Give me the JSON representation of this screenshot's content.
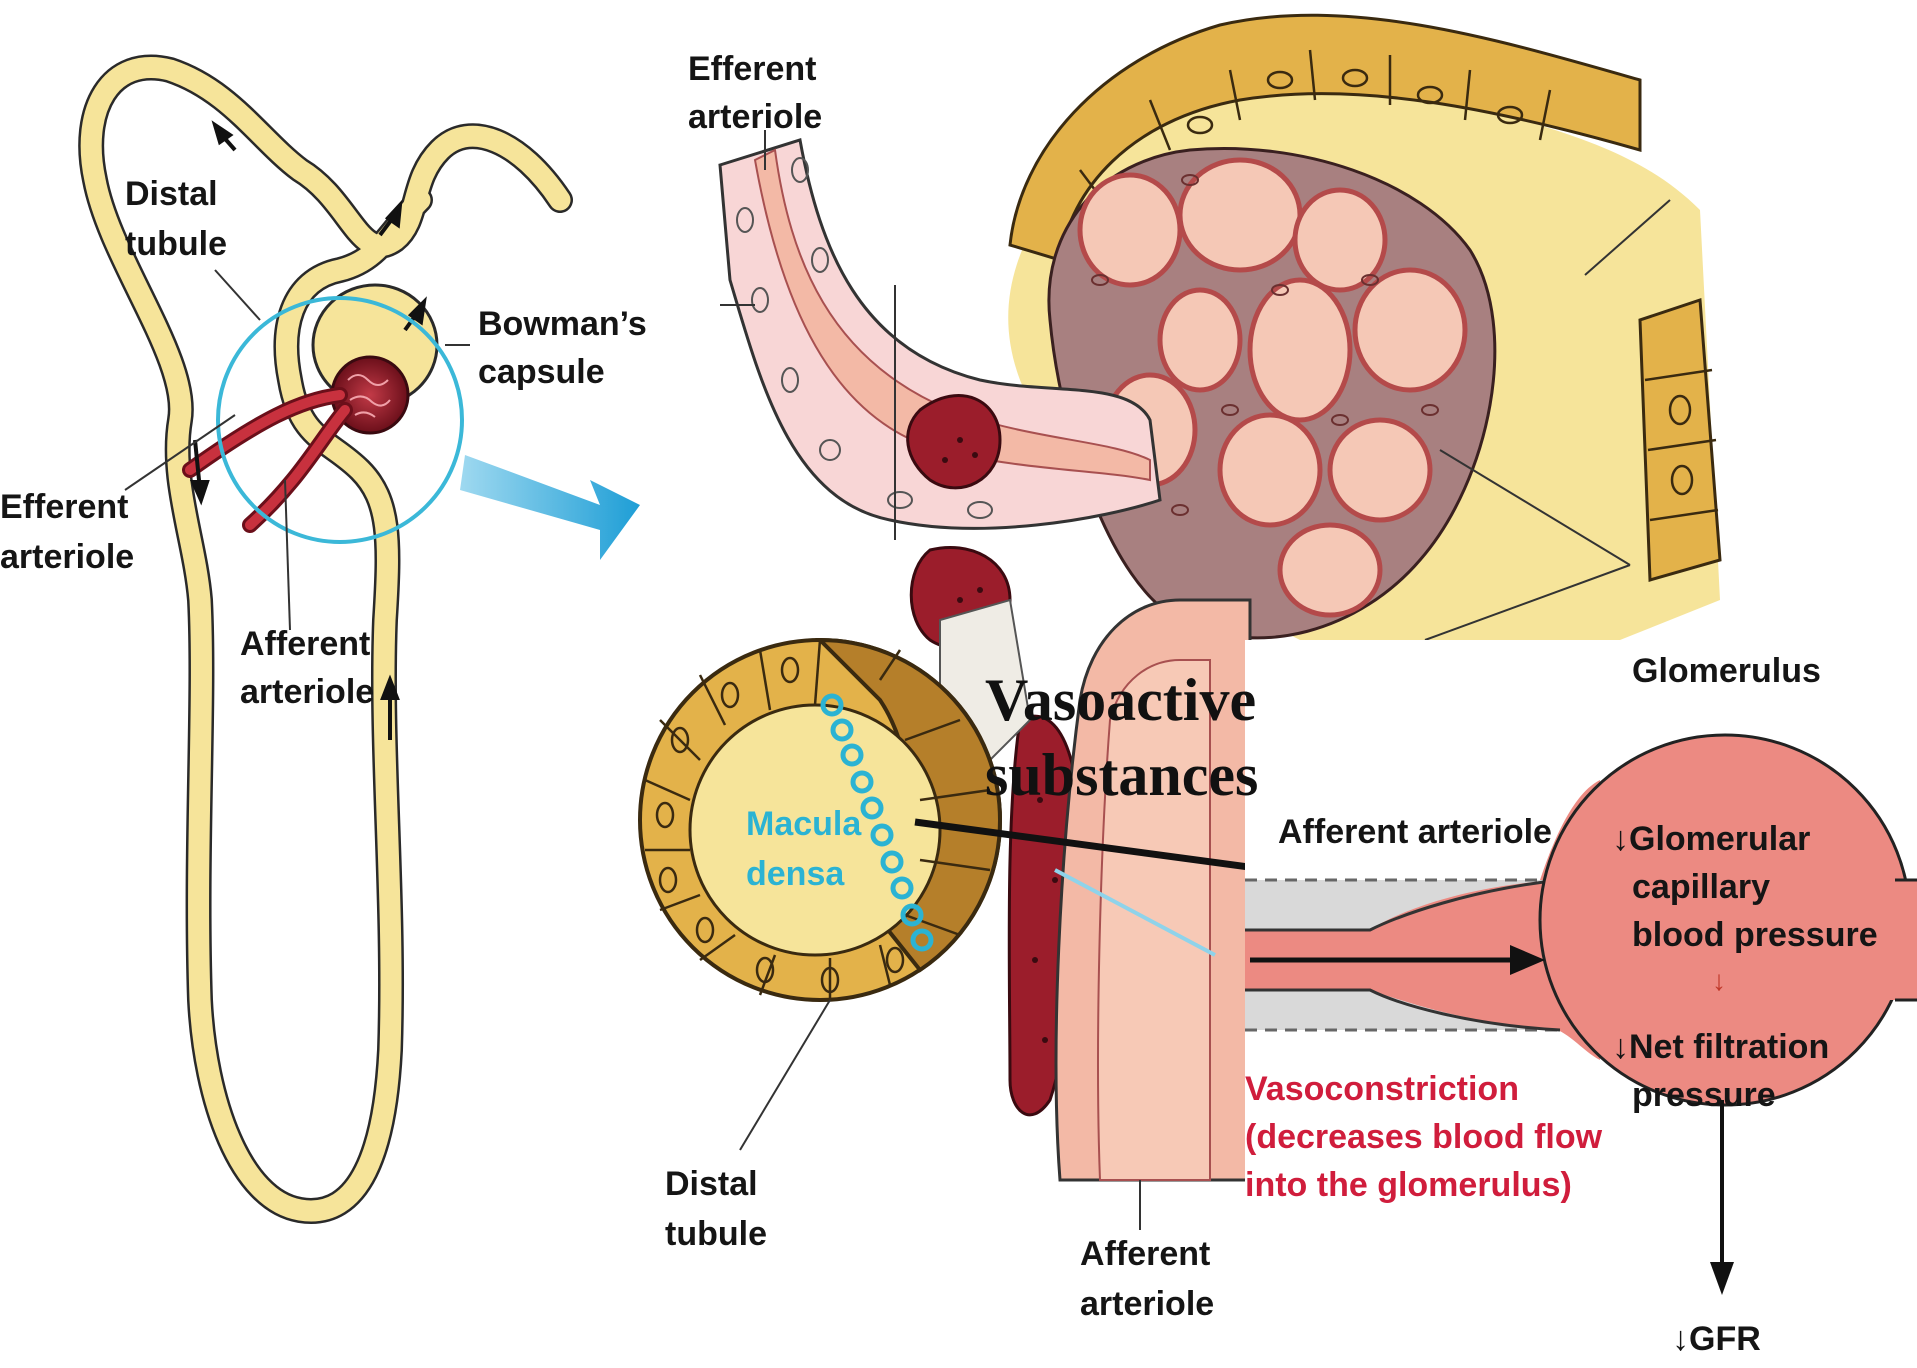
{
  "left_panel": {
    "distal_tubule": [
      "Distal",
      "tubule"
    ],
    "bowmans_capsule": [
      "Bowman’s",
      "capsule"
    ],
    "efferent_arteriole": [
      "Efferent",
      "arteriole"
    ],
    "afferent_arteriole": [
      "Afferent",
      "arteriole"
    ]
  },
  "middle_panel": {
    "efferent_arteriole": [
      "Efferent",
      "arteriole"
    ],
    "vasoactive_substances": [
      "Vasoactive",
      "substances"
    ],
    "macula_densa": [
      "Macula",
      "densa"
    ],
    "distal_tubule": [
      "Distal",
      "tubule"
    ],
    "afferent_arteriole": [
      "Afferent",
      "arteriole"
    ]
  },
  "right_panel": {
    "glomerulus": "Glomerulus",
    "afferent_arteriole": "Afferent arteriole",
    "glomerular_capillary_bp": [
      "Glomerular",
      "capillary",
      "blood pressure"
    ],
    "net_filtration_pressure": [
      "Net filtration",
      "pressure"
    ],
    "gfr": "GFR",
    "down_arrow_glyph": "↓",
    "vasoconstriction": [
      "Vasoconstriction",
      "(decreases blood flow",
      "into the glomerulus)"
    ]
  },
  "colors": {
    "tubule_fill": "#f6e49a",
    "tubule_cells": "#e3b24a",
    "macula_cells": "#b57f2a",
    "arteriole": "#f2c2b2",
    "smooth_muscle": "#9b1d2b",
    "highlight_circle": "#3bb8d8",
    "glomerulus_fill": "#ec8a82",
    "red_text": "#d01d3c",
    "blue_text": "#2bb3d3"
  }
}
